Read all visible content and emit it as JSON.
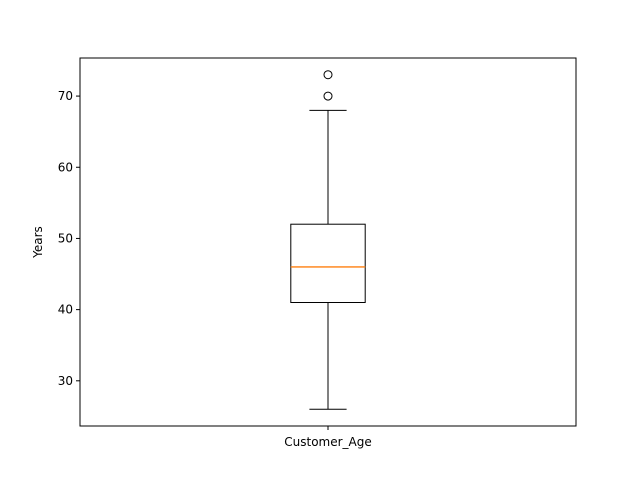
{
  "chart_data": {
    "type": "boxplot",
    "title": "",
    "xlabel": "",
    "ylabel": "Years",
    "categories": [
      "Customer_Age"
    ],
    "ylim": [
      23.65,
      75.35
    ],
    "yticks": [
      30,
      40,
      50,
      60,
      70
    ],
    "grid": false,
    "boxes": [
      {
        "category": "Customer_Age",
        "whisker_low": 26,
        "q1": 41,
        "median": 46,
        "q3": 52,
        "whisker_high": 68,
        "outliers": [
          70,
          73
        ]
      }
    ],
    "colors": {
      "box": "#000000",
      "median": "#ff7f0e",
      "whisker": "#000000",
      "outlier": "#000000"
    }
  }
}
